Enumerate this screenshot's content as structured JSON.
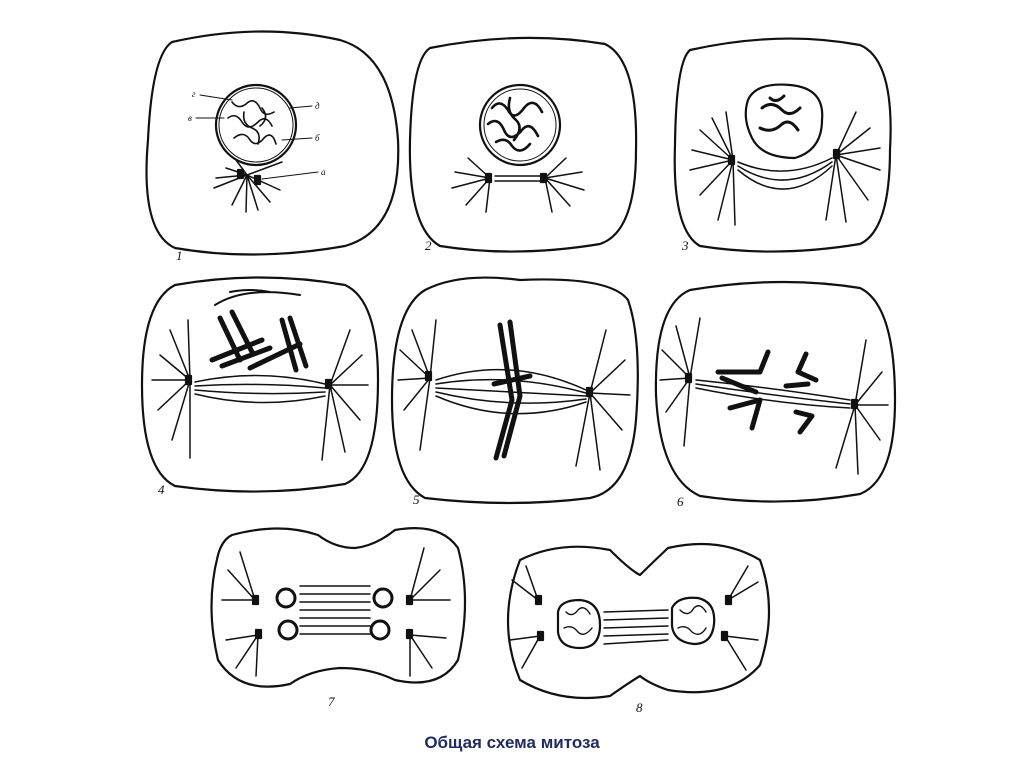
{
  "caption": "Общая схема митоза",
  "stages": [
    "1",
    "2",
    "3",
    "4",
    "5",
    "6",
    "7",
    "8"
  ],
  "annotations": [
    "г",
    "в",
    "д",
    "б",
    "а"
  ]
}
